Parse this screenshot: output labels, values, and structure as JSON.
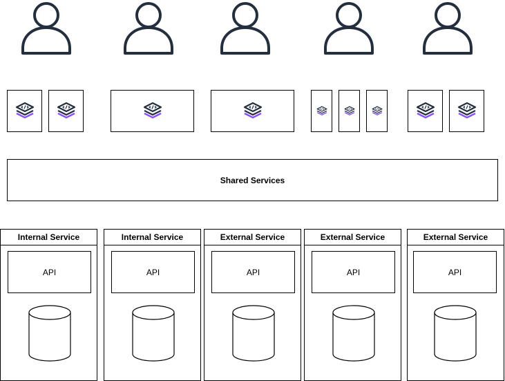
{
  "users": [
    {
      "icon": "user-icon"
    },
    {
      "icon": "user-icon"
    },
    {
      "icon": "user-icon"
    },
    {
      "icon": "user-icon"
    },
    {
      "icon": "user-icon"
    }
  ],
  "frontend_icon": "micro-frontend-stack-icon",
  "colors": {
    "user_stroke": "#232f3e",
    "icon_dark": "#232f3e",
    "icon_accent": "#8c4fff",
    "border": "#000000"
  },
  "shared": {
    "label": "Shared Services"
  },
  "services": [
    {
      "title": "Internal Service",
      "api_label": "API"
    },
    {
      "title": "Internal Service",
      "api_label": "API"
    },
    {
      "title": "External Service",
      "api_label": "API"
    },
    {
      "title": "External Service",
      "api_label": "API"
    },
    {
      "title": "External Service",
      "api_label": "API"
    }
  ]
}
